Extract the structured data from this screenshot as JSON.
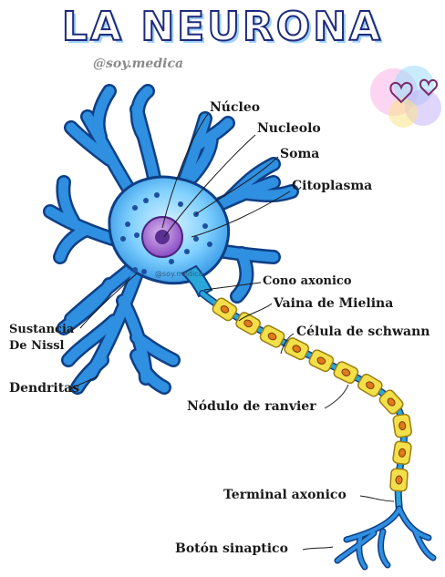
{
  "title": "LA NEURONA",
  "handle": "@soy.medica",
  "inline_watermark": "@soy.medica",
  "labels": {
    "nucleo": "Núcleo",
    "nucleolo": "Nucleolo",
    "soma": "Soma",
    "citoplasma": "Citoplasma",
    "cono_axonico": "Cono axonico",
    "vaina_mielina": "Vaina de Mielina",
    "celula_schwann": "Célula de schwann",
    "sustancia_nissl_1": "Sustancia",
    "sustancia_nissl_2": "De Nissl",
    "dendritas": "Dendritas",
    "nodulo_ranvier": "Nódulo de ranvier",
    "terminal_axonico": "Terminal axonico",
    "boton_sinaptico": "Botón sinaptico"
  },
  "colors": {
    "dendrite": "#2f8fe0",
    "dendrite_edge": "#0e3f86",
    "soma_center": "#d8f2ff",
    "nucleus": "#a56ad1",
    "nucleolus": "#5b2f91",
    "myelin": "#f3df4a",
    "myelin_edge": "#9a7f10",
    "schwann_nucleus": "#e07a1a",
    "axon": "#2aa7d8",
    "title_outline": "#1e2a7a"
  }
}
